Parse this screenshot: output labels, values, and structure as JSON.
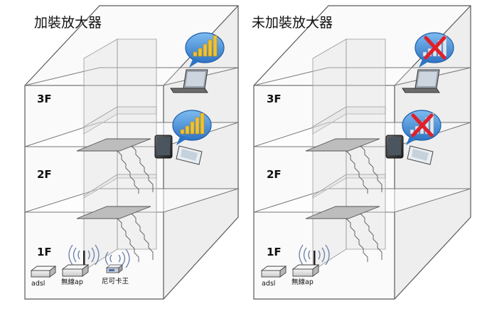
{
  "panels": [
    {
      "title": "加裝放大器",
      "floors": [
        "3F",
        "2F",
        "1F"
      ],
      "devices": [
        "adsl",
        "無線ap",
        "尼可卡王"
      ],
      "signal": "good"
    },
    {
      "title": "未加裝放大器",
      "floors": [
        "3F",
        "2F",
        "1F"
      ],
      "devices": [
        "adsl",
        "無線ap"
      ],
      "signal": "none"
    }
  ],
  "colors": {
    "signal_bars": "#f2c230",
    "bubble": "#3f8ad6",
    "no_signal_x": "#e0202a",
    "outline": "#5a5a5a"
  }
}
